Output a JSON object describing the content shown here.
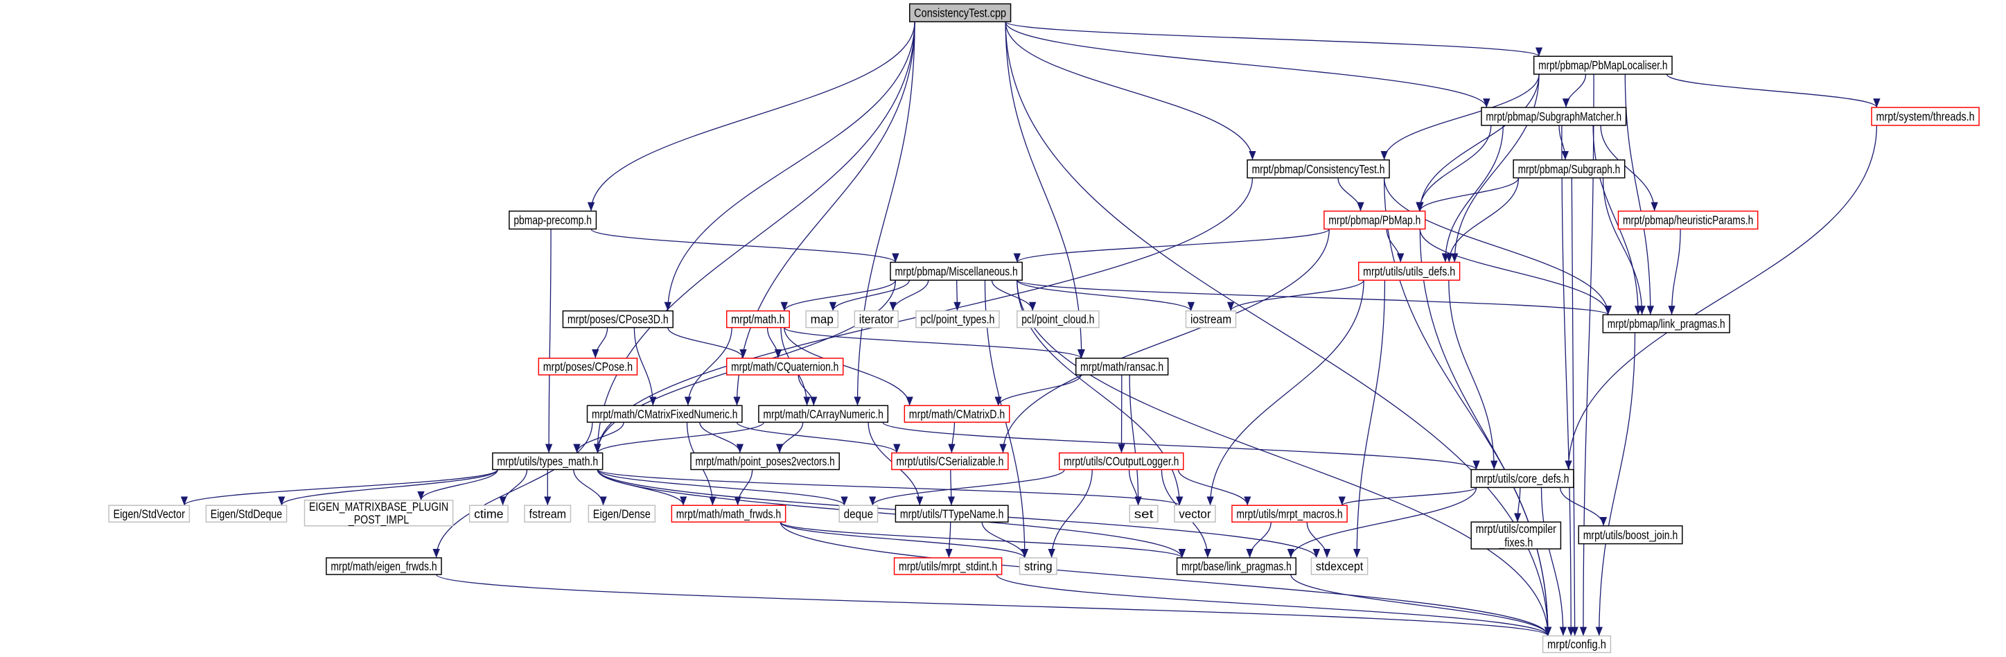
{
  "title": "ConsistencyTest.cpp",
  "colors": {
    "edge": "#191970",
    "missing_border": "#ff0000",
    "root_fill": "#bfbfbf",
    "external_border": "#bfbfbf"
  },
  "nodes": [
    {
      "id": "cpp",
      "label": [
        "ConsistencyTest.cpp"
      ],
      "style": "root"
    },
    {
      "id": "localiser",
      "label": [
        "mrpt/pbmap/PbMapLocaliser.h"
      ],
      "style": "normal"
    },
    {
      "id": "matcher",
      "label": [
        "mrpt/pbmap/SubgraphMatcher.h"
      ],
      "style": "normal"
    },
    {
      "id": "threads",
      "label": [
        "mrpt/system/threads.h"
      ],
      "style": "red"
    },
    {
      "id": "ctest",
      "label": [
        "mrpt/pbmap/ConsistencyTest.h"
      ],
      "style": "normal"
    },
    {
      "id": "subgraph",
      "label": [
        "mrpt/pbmap/Subgraph.h"
      ],
      "style": "normal"
    },
    {
      "id": "pbmap",
      "label": [
        "mrpt/pbmap/PbMap.h"
      ],
      "style": "red"
    },
    {
      "id": "heur",
      "label": [
        "mrpt/pbmap/heuristicParams.h"
      ],
      "style": "red"
    },
    {
      "id": "udefs",
      "label": [
        "mrpt/utils/utils_defs.h"
      ],
      "style": "red"
    },
    {
      "id": "plink",
      "label": [
        "mrpt/pbmap/link_pragmas.h"
      ],
      "style": "normal"
    },
    {
      "id": "precomp",
      "label": [
        "pbmap-precomp.h"
      ],
      "style": "normal"
    },
    {
      "id": "misc",
      "label": [
        "mrpt/pbmap/Miscellaneous.h"
      ],
      "style": "normal"
    },
    {
      "id": "cpose3d",
      "label": [
        "mrpt/poses/CPose3D.h"
      ],
      "style": "normal"
    },
    {
      "id": "cpose",
      "label": [
        "mrpt/poses/CPose.h"
      ],
      "style": "red"
    },
    {
      "id": "mathh",
      "label": [
        "mrpt/math.h"
      ],
      "style": "red"
    },
    {
      "id": "map",
      "label": [
        "map"
      ],
      "style": "ext"
    },
    {
      "id": "iterator",
      "label": [
        "iterator"
      ],
      "style": "ext"
    },
    {
      "id": "ptypes",
      "label": [
        "pcl/point_types.h"
      ],
      "style": "ext"
    },
    {
      "id": "pcloud",
      "label": [
        "pcl/point_cloud.h"
      ],
      "style": "ext"
    },
    {
      "id": "iostream",
      "label": [
        "iostream"
      ],
      "style": "ext"
    },
    {
      "id": "quat",
      "label": [
        "mrpt/math/CQuaternion.h"
      ],
      "style": "red"
    },
    {
      "id": "ransac",
      "label": [
        "mrpt/math/ransac.h"
      ],
      "style": "normal"
    },
    {
      "id": "cmfn",
      "label": [
        "mrpt/math/CMatrixFixedNumeric.h"
      ],
      "style": "normal"
    },
    {
      "id": "can",
      "label": [
        "mrpt/math/CArrayNumeric.h"
      ],
      "style": "normal"
    },
    {
      "id": "cmd",
      "label": [
        "mrpt/math/CMatrixD.h"
      ],
      "style": "red"
    },
    {
      "id": "typesmath",
      "label": [
        "mrpt/utils/types_math.h"
      ],
      "style": "normal"
    },
    {
      "id": "pp2v",
      "label": [
        "mrpt/math/point_poses2vectors.h"
      ],
      "style": "normal"
    },
    {
      "id": "cser",
      "label": [
        "mrpt/utils/CSerializable.h"
      ],
      "style": "red"
    },
    {
      "id": "clog",
      "label": [
        "mrpt/utils/COutputLogger.h"
      ],
      "style": "red"
    },
    {
      "id": "coredefs",
      "label": [
        "mrpt/utils/core_defs.h"
      ],
      "style": "normal"
    },
    {
      "id": "stdvector",
      "label": [
        "Eigen/StdVector"
      ],
      "style": "ext"
    },
    {
      "id": "stddeque",
      "label": [
        "Eigen/StdDeque"
      ],
      "style": "ext"
    },
    {
      "id": "eigenplugin",
      "label": [
        "EIGEN_MATRIXBASE_PLUGIN",
        "_POST_IMPL"
      ],
      "style": "ext"
    },
    {
      "id": "ctime",
      "label": [
        "ctime"
      ],
      "style": "ext"
    },
    {
      "id": "fstream",
      "label": [
        "fstream"
      ],
      "style": "ext"
    },
    {
      "id": "dense",
      "label": [
        "Eigen/Dense"
      ],
      "style": "ext"
    },
    {
      "id": "mathfrwds",
      "label": [
        "mrpt/math/math_frwds.h"
      ],
      "style": "red"
    },
    {
      "id": "deque",
      "label": [
        "deque"
      ],
      "style": "ext"
    },
    {
      "id": "ttype",
      "label": [
        "mrpt/utils/TTypeName.h"
      ],
      "style": "normal"
    },
    {
      "id": "set",
      "label": [
        "set"
      ],
      "style": "ext"
    },
    {
      "id": "vector",
      "label": [
        "vector"
      ],
      "style": "ext"
    },
    {
      "id": "macros",
      "label": [
        "mrpt/utils/mrpt_macros.h"
      ],
      "style": "red"
    },
    {
      "id": "compfix",
      "label": [
        "mrpt/utils/compiler",
        "_fixes.h"
      ],
      "style": "normal"
    },
    {
      "id": "boostjoin",
      "label": [
        "mrpt/utils/boost_join.h"
      ],
      "style": "normal"
    },
    {
      "id": "eigenfrwds",
      "label": [
        "mrpt/math/eigen_frwds.h"
      ],
      "style": "normal"
    },
    {
      "id": "stdint",
      "label": [
        "mrpt/utils/mrpt_stdint.h"
      ],
      "style": "red"
    },
    {
      "id": "string",
      "label": [
        "string"
      ],
      "style": "ext"
    },
    {
      "id": "blink",
      "label": [
        "mrpt/base/link_pragmas.h"
      ],
      "style": "normal"
    },
    {
      "id": "stdexcept",
      "label": [
        "stdexcept"
      ],
      "style": "ext"
    },
    {
      "id": "config",
      "label": [
        "mrpt/config.h"
      ],
      "style": "ext"
    }
  ],
  "edges": [
    [
      "cpp",
      "localiser"
    ],
    [
      "cpp",
      "matcher"
    ],
    [
      "cpp",
      "ctest"
    ],
    [
      "cpp",
      "ransac"
    ],
    [
      "cpp",
      "cmfn"
    ],
    [
      "cpp",
      "cpose3d"
    ],
    [
      "cpp",
      "precomp"
    ],
    [
      "cpp",
      "can"
    ],
    [
      "cpp",
      "typesmath"
    ],
    [
      "cpp",
      "config"
    ],
    [
      "localiser",
      "matcher"
    ],
    [
      "localiser",
      "threads"
    ],
    [
      "localiser",
      "ctest"
    ],
    [
      "localiser",
      "pbmap"
    ],
    [
      "localiser",
      "udefs"
    ],
    [
      "localiser",
      "plink"
    ],
    [
      "localiser",
      "config"
    ],
    [
      "matcher",
      "subgraph"
    ],
    [
      "matcher",
      "pbmap"
    ],
    [
      "matcher",
      "udefs"
    ],
    [
      "matcher",
      "heur"
    ],
    [
      "matcher",
      "plink"
    ],
    [
      "matcher",
      "config"
    ],
    [
      "ctest",
      "pbmap"
    ],
    [
      "ctest",
      "plink"
    ],
    [
      "ctest",
      "typesmath"
    ],
    [
      "ctest",
      "config"
    ],
    [
      "subgraph",
      "pbmap"
    ],
    [
      "subgraph",
      "udefs"
    ],
    [
      "subgraph",
      "plink"
    ],
    [
      "subgraph",
      "config"
    ],
    [
      "pbmap",
      "misc"
    ],
    [
      "pbmap",
      "udefs"
    ],
    [
      "pbmap",
      "plink"
    ],
    [
      "pbmap",
      "cser"
    ],
    [
      "pbmap",
      "config"
    ],
    [
      "heur",
      "plink"
    ],
    [
      "udefs",
      "iostream"
    ],
    [
      "udefs",
      "coredefs"
    ],
    [
      "udefs",
      "vector"
    ],
    [
      "udefs",
      "stdexcept"
    ],
    [
      "threads",
      "coredefs"
    ],
    [
      "plink",
      "config"
    ],
    [
      "precomp",
      "misc"
    ],
    [
      "precomp",
      "typesmath"
    ],
    [
      "misc",
      "mathh"
    ],
    [
      "misc",
      "map"
    ],
    [
      "misc",
      "iterator"
    ],
    [
      "misc",
      "ptypes"
    ],
    [
      "misc",
      "pcloud"
    ],
    [
      "misc",
      "iostream"
    ],
    [
      "misc",
      "plink"
    ],
    [
      "misc",
      "string"
    ],
    [
      "misc",
      "vector"
    ],
    [
      "misc",
      "typesmath"
    ],
    [
      "misc",
      "config"
    ],
    [
      "cpose3d",
      "cpose"
    ],
    [
      "cpose3d",
      "cmfn"
    ],
    [
      "cpose3d",
      "quat"
    ],
    [
      "mathh",
      "quat"
    ],
    [
      "mathh",
      "ransac"
    ],
    [
      "mathh",
      "cmfn"
    ],
    [
      "mathh",
      "can"
    ],
    [
      "mathh",
      "cmd"
    ],
    [
      "quat",
      "can"
    ],
    [
      "ransac",
      "cmd"
    ],
    [
      "ransac",
      "clog"
    ],
    [
      "ransac",
      "set"
    ],
    [
      "cmd",
      "cser"
    ],
    [
      "cmfn",
      "typesmath"
    ],
    [
      "cmfn",
      "pp2v"
    ],
    [
      "cmfn",
      "cser"
    ],
    [
      "cmfn",
      "mathfrwds"
    ],
    [
      "cmfn",
      "eigenfrwds"
    ],
    [
      "can",
      "typesmath"
    ],
    [
      "can",
      "pp2v"
    ],
    [
      "can",
      "ttype"
    ],
    [
      "can",
      "coredefs"
    ],
    [
      "typesmath",
      "stdvector"
    ],
    [
      "typesmath",
      "stddeque"
    ],
    [
      "typesmath",
      "eigenplugin"
    ],
    [
      "typesmath",
      "ctime"
    ],
    [
      "typesmath",
      "fstream"
    ],
    [
      "typesmath",
      "dense"
    ],
    [
      "typesmath",
      "mathfrwds"
    ],
    [
      "typesmath",
      "deque"
    ],
    [
      "typesmath",
      "vector"
    ],
    [
      "typesmath",
      "stdexcept"
    ],
    [
      "typesmath",
      "blink"
    ],
    [
      "pp2v",
      "mathfrwds"
    ],
    [
      "cser",
      "ttype"
    ],
    [
      "clog",
      "deque"
    ],
    [
      "clog",
      "string"
    ],
    [
      "clog",
      "set"
    ],
    [
      "clog",
      "macros"
    ],
    [
      "clog",
      "blink"
    ],
    [
      "mathfrwds",
      "string"
    ],
    [
      "mathfrwds",
      "blink"
    ],
    [
      "mathfrwds",
      "config"
    ],
    [
      "ttype",
      "stdint"
    ],
    [
      "ttype",
      "string"
    ],
    [
      "macros",
      "blink"
    ],
    [
      "macros",
      "stdexcept"
    ],
    [
      "coredefs",
      "macros"
    ],
    [
      "coredefs",
      "compfix"
    ],
    [
      "coredefs",
      "boostjoin"
    ],
    [
      "coredefs",
      "blink"
    ],
    [
      "coredefs",
      "config"
    ],
    [
      "eigenfrwds",
      "config"
    ],
    [
      "stdint",
      "config"
    ],
    [
      "blink",
      "config"
    ]
  ]
}
